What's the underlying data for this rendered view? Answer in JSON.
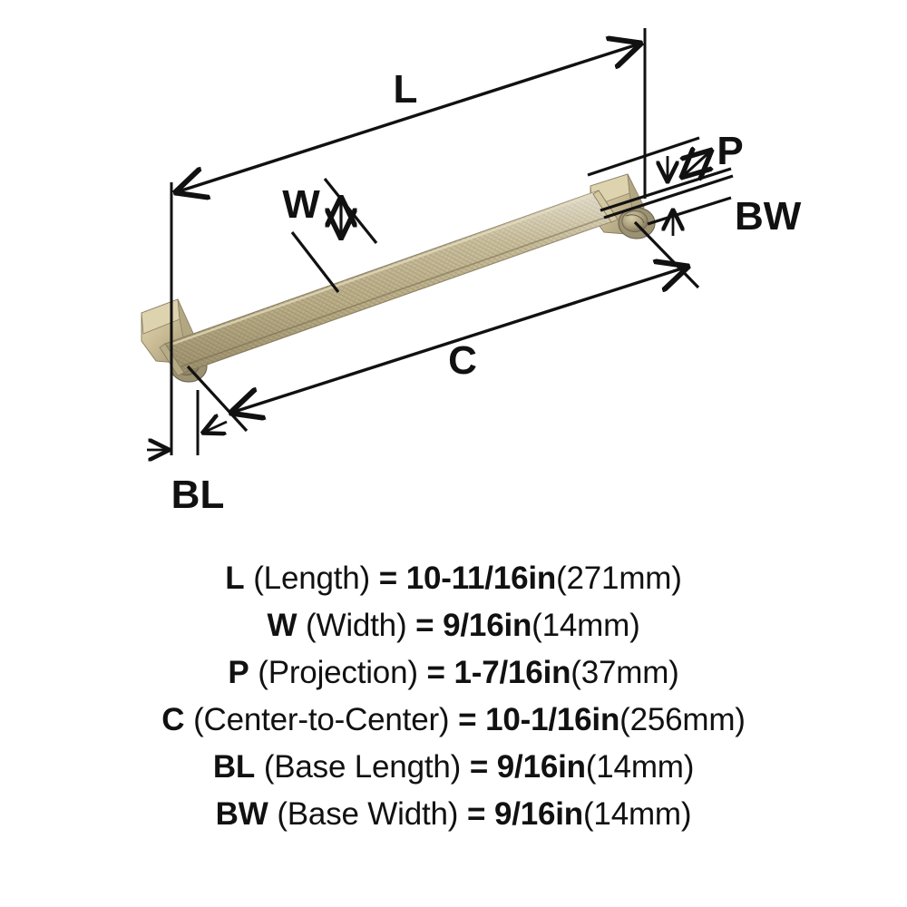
{
  "product": {
    "type": "cabinet-pull-handle",
    "finish_color": "#c8bb93",
    "line_color": "#111111",
    "background": "#ffffff"
  },
  "diagram": {
    "callouts": [
      {
        "key": "L",
        "label": "L"
      },
      {
        "key": "W",
        "label": "W"
      },
      {
        "key": "P",
        "label": "P"
      },
      {
        "key": "C",
        "label": "C"
      },
      {
        "key": "BL",
        "label": "BL"
      },
      {
        "key": "BW",
        "label": "BW"
      }
    ]
  },
  "legend": {
    "rows": [
      {
        "code": "L",
        "name": "(Length)",
        "equals": "=",
        "value": "10-11/16in",
        "metric": "(271mm)"
      },
      {
        "code": "W",
        "name": "(Width)",
        "equals": "=",
        "value": "9/16in",
        "metric": "(14mm)"
      },
      {
        "code": "P",
        "name": "(Projection)",
        "equals": "=",
        "value": "1-7/16in",
        "metric": "(37mm)"
      },
      {
        "code": "C",
        "name": "(Center-to-Center)",
        "equals": "=",
        "value": "10-1/16in",
        "metric": "(256mm)"
      },
      {
        "code": "BL",
        "name": "(Base Length)",
        "equals": "=",
        "value": "9/16in",
        "metric": "(14mm)"
      },
      {
        "code": "BW",
        "name": "(Base Width)",
        "equals": "=",
        "value": "9/16in",
        "metric": "(14mm)"
      }
    ]
  }
}
